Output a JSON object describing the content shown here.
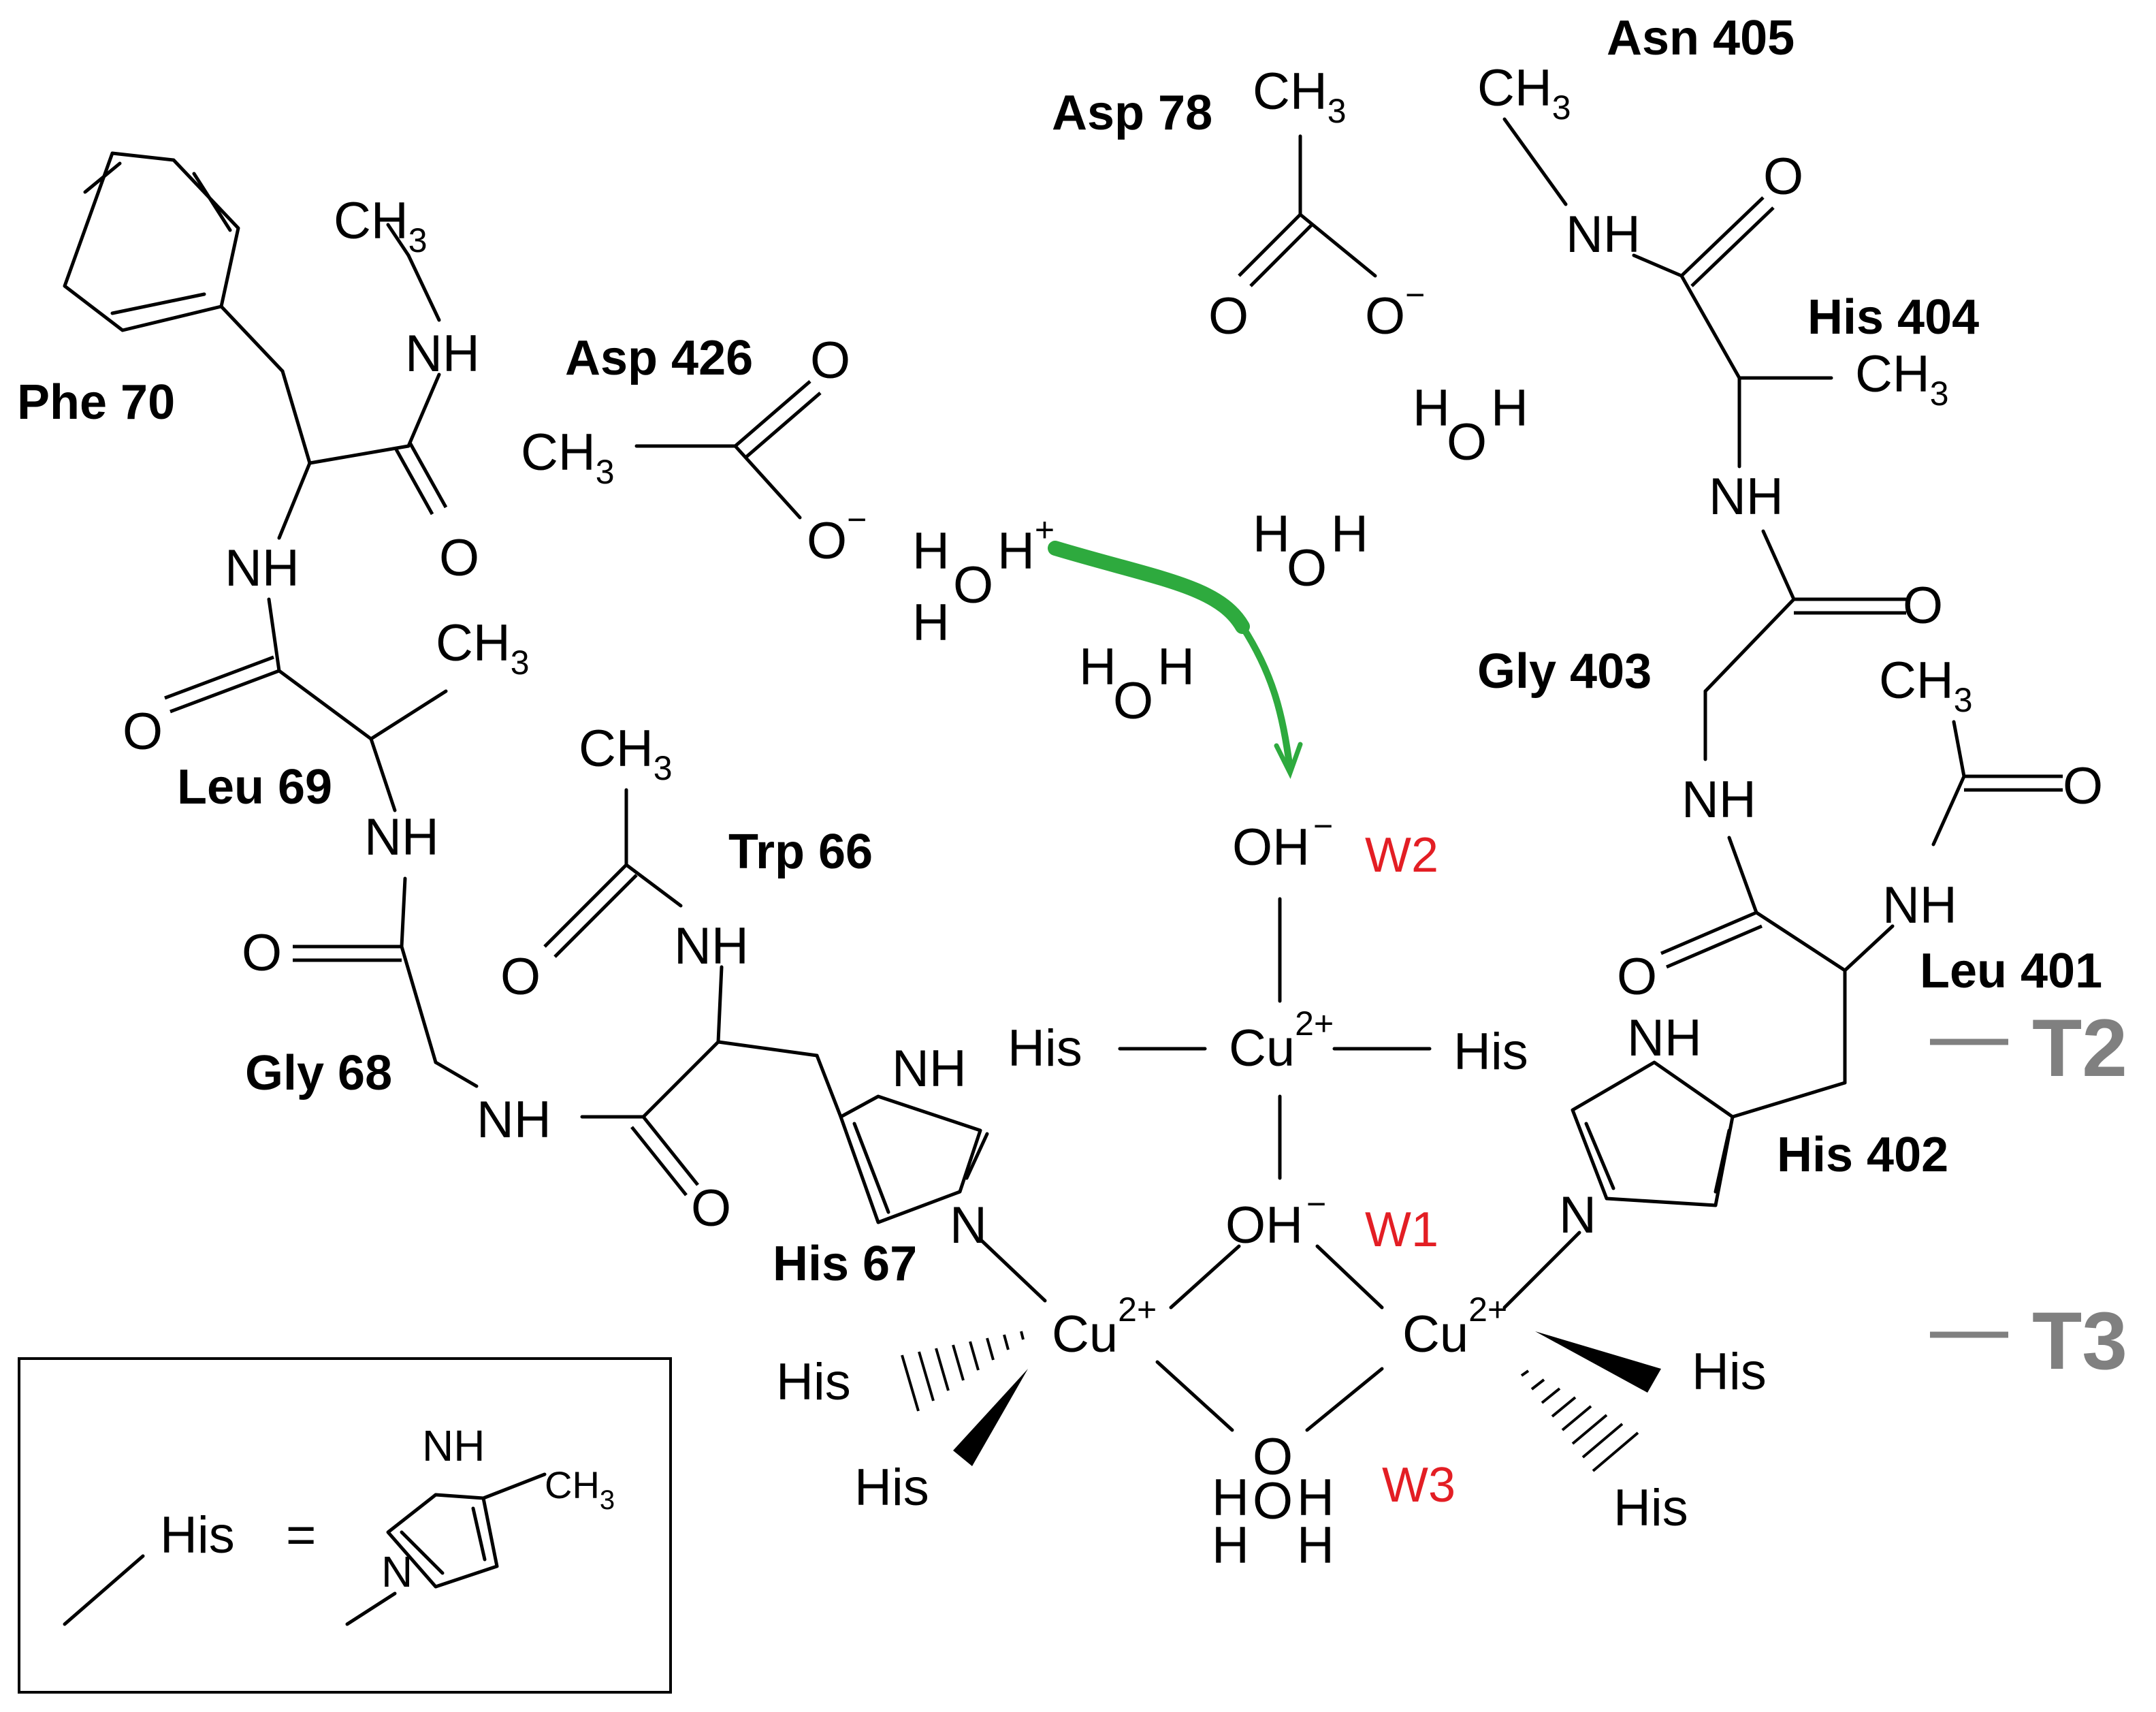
{
  "residues": {
    "phe70": "Phe 70",
    "leu69": "Leu 69",
    "gly68": "Gly 68",
    "trp66": "Trp 66",
    "his67": "His 67",
    "asp426": "Asp 426",
    "asp78": "Asp 78",
    "asn405": "Asn 405",
    "his404": "His 404",
    "gly403": "Gly 403",
    "leu401": "Leu 401",
    "his402": "His 402"
  },
  "atoms": {
    "ch3": "CH",
    "sub3": "3",
    "nh": "NH",
    "o": "O",
    "n": "N",
    "h": "H",
    "oh": "OH",
    "cu": "Cu",
    "his": "His",
    "minus": "−",
    "plus": "+",
    "cu_charge": "2+"
  },
  "waters": {
    "w1": "W1",
    "w2": "W2",
    "w3": "W3"
  },
  "sites": {
    "t2": "T2",
    "t3": "T3"
  },
  "legend": {
    "his": "His",
    "equals": "=",
    "nh": "NH",
    "n": "N",
    "ch3": "CH",
    "sub3": "3"
  },
  "colors": {
    "arrow": "#2eaa3e",
    "water_labels": "#e31e24",
    "site_labels": "#808080"
  }
}
